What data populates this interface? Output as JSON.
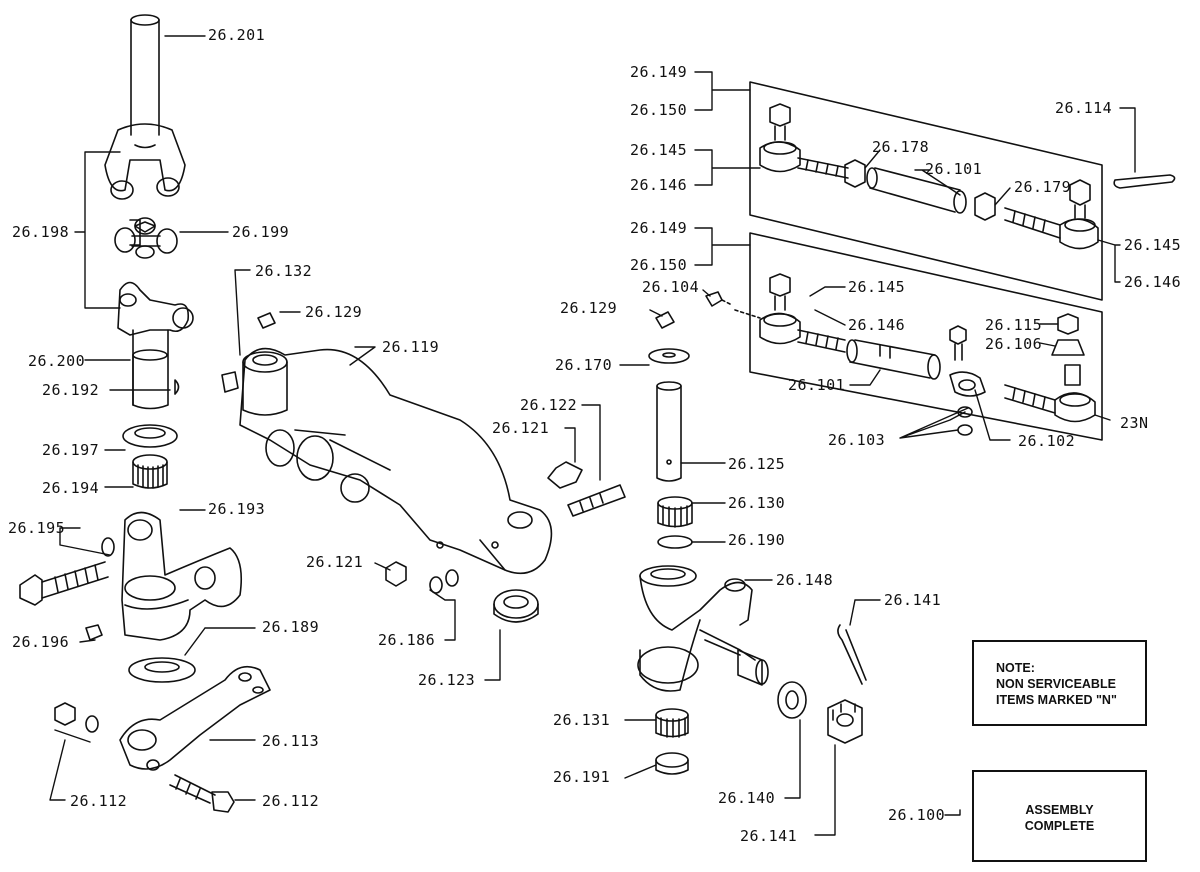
{
  "diagram": {
    "note_box": {
      "lines": [
        "NOTE:",
        "NON SERVICEABLE",
        "ITEMS MARKED \"N\""
      ]
    },
    "assembly_box": {
      "lines": [
        "ASSEMBLY",
        "COMPLETE"
      ]
    },
    "labels": {
      "l_26_201": "26.201",
      "l_26_198": "26.198",
      "l_26_199": "26.199",
      "l_26_200": "26.200",
      "l_26_192": "26.192",
      "l_26_197": "26.197",
      "l_26_194": "26.194",
      "l_26_195": "26.195",
      "l_26_193": "26.193",
      "l_26_196": "26.196",
      "l_26_189": "26.189",
      "l_26_113": "26.113",
      "l_26_112_left": "26.112",
      "l_26_112_bottom": "26.112",
      "l_26_132": "26.132",
      "l_26_129_left": "26.129",
      "l_26_119": "26.119",
      "l_26_122": "26.122",
      "l_26_121_top": "26.121",
      "l_26_121_mid": "26.121",
      "l_26_186": "26.186",
      "l_26_123": "26.123",
      "l_26_129_right": "26.129",
      "l_26_170": "26.170",
      "l_26_125": "26.125",
      "l_26_130": "26.130",
      "l_26_190": "26.190",
      "l_26_148": "26.148",
      "l_26_131": "26.131",
      "l_26_191": "26.191",
      "l_26_140": "26.140",
      "l_26_141_bottom": "26.141",
      "l_26_141_top": "26.141",
      "l_26_100": "26.100",
      "l_26_149_a": "26.149",
      "l_26_150_a": "26.150",
      "l_26_145_a": "26.145",
      "l_26_146_a": "26.146",
      "l_26_178": "26.178",
      "l_26_101_a": "26.101",
      "l_26_179": "26.179",
      "l_26_114": "26.114",
      "l_26_145_b": "26.145",
      "l_26_146_b": "26.146",
      "l_26_149_b": "26.149",
      "l_26_150_b": "26.150",
      "l_26_104": "26.104",
      "l_26_145_c": "26.145",
      "l_26_146_c": "26.146",
      "l_26_115": "26.115",
      "l_26_106": "26.106",
      "l_26_101_b": "26.101",
      "l_23N": "23N",
      "l_26_103": "26.103",
      "l_26_102": "26.102"
    }
  }
}
